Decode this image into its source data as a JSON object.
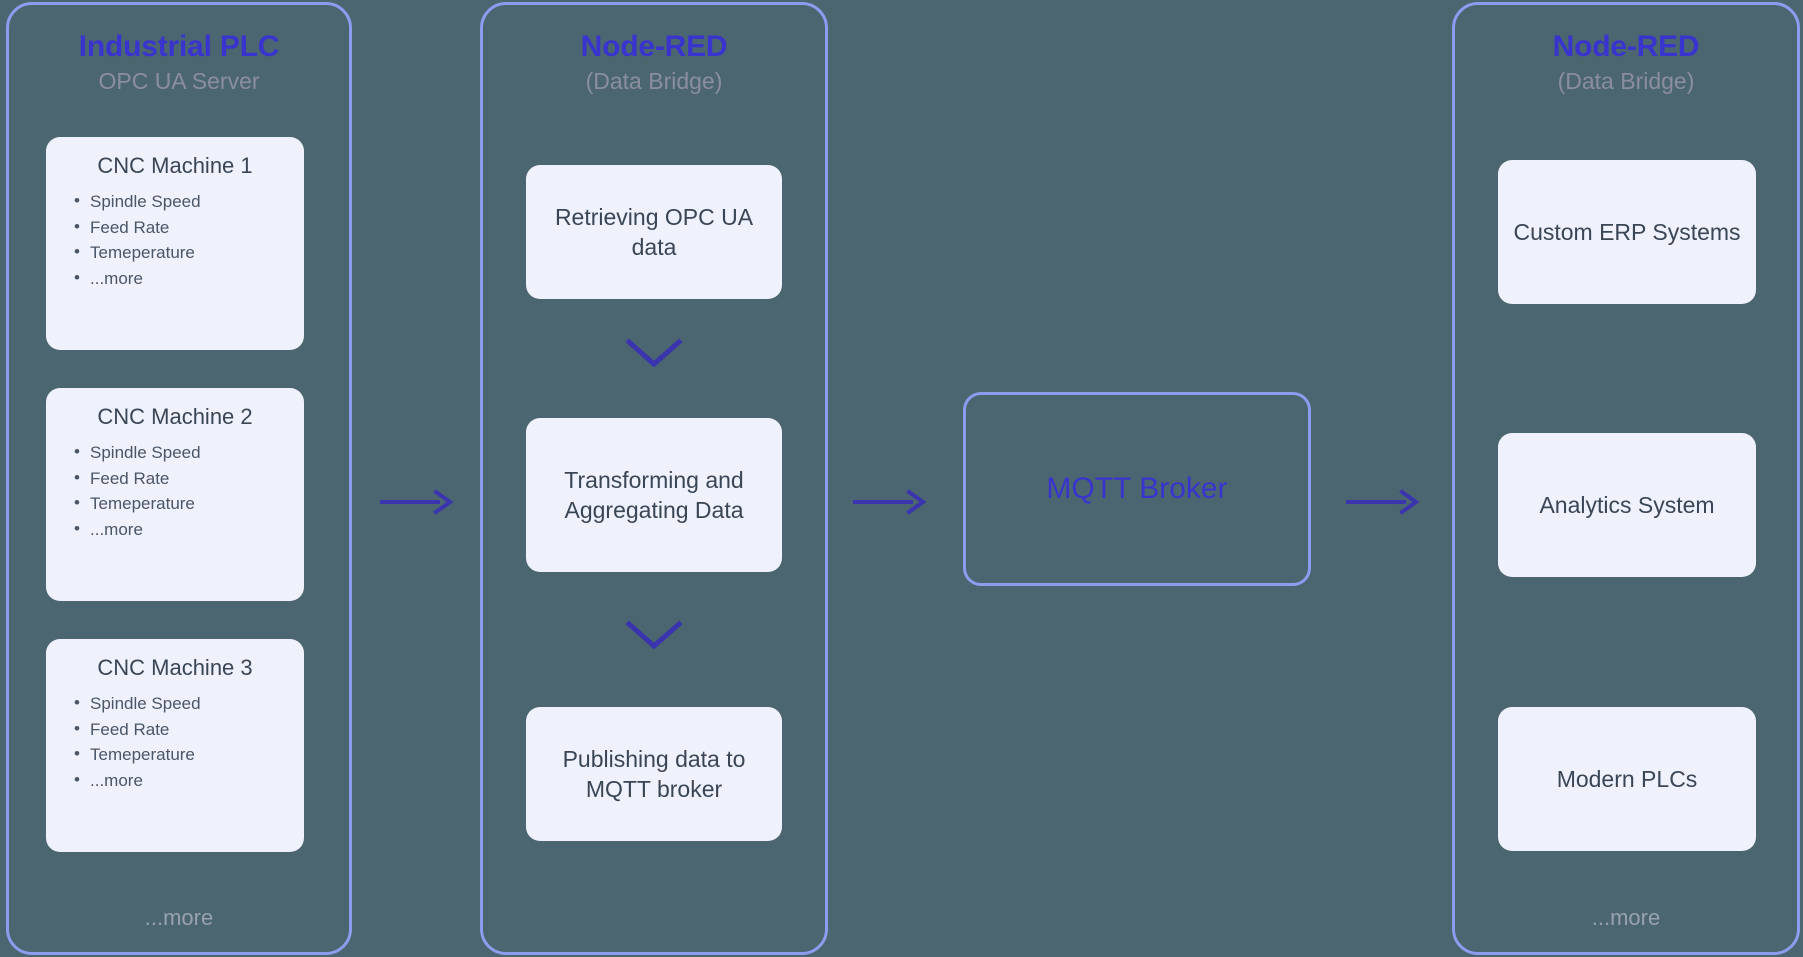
{
  "diagram": {
    "title": "OPC UA to MQTT data bridge architecture",
    "background_color": "#4b6670",
    "accent_color": "#3a34ce",
    "panel_border_color": "#8c9cef",
    "card_fill_color": "#eff2fc",
    "card_text_color": "#3a4556",
    "muted_text_color": "#8a8e9e",
    "arrow_color": "#3a34ae"
  },
  "columns": {
    "plc": {
      "title": "Industrial PLC",
      "subtitle": "OPC UA Server",
      "footer": "...more",
      "machines": [
        {
          "name": "CNC Machine 1",
          "tags": [
            "Spindle Speed",
            "Feed Rate",
            "Temeperature",
            "...more"
          ]
        },
        {
          "name": "CNC Machine 2",
          "tags": [
            "Spindle Speed",
            "Feed Rate",
            "Temeperature",
            "...more"
          ]
        },
        {
          "name": "CNC Machine 3",
          "tags": [
            "Spindle Speed",
            "Feed Rate",
            "Temeperature",
            "...more"
          ]
        }
      ]
    },
    "bridge": {
      "title": "Node-RED",
      "subtitle": "(Data Bridge)",
      "steps": [
        {
          "label": "Retrieving OPC UA data"
        },
        {
          "label": "Transforming and Aggregating Data"
        },
        {
          "label": "Publishing data to MQTT broker"
        }
      ]
    },
    "broker": {
      "label": "MQTT Broker"
    },
    "consumers": {
      "title": "Node-RED",
      "subtitle": "(Data Bridge)",
      "footer": "...more",
      "items": [
        {
          "label": "Custom ERP Systems"
        },
        {
          "label": "Analytics System"
        },
        {
          "label": "Modern PLCs"
        }
      ]
    }
  },
  "connectors": {
    "plc_to_bridge": "arrow-right",
    "bridge_to_broker": "arrow-right",
    "broker_to_consumers": "arrow-right",
    "step_1_to_2": "chevron-down",
    "step_2_to_3": "chevron-down"
  }
}
